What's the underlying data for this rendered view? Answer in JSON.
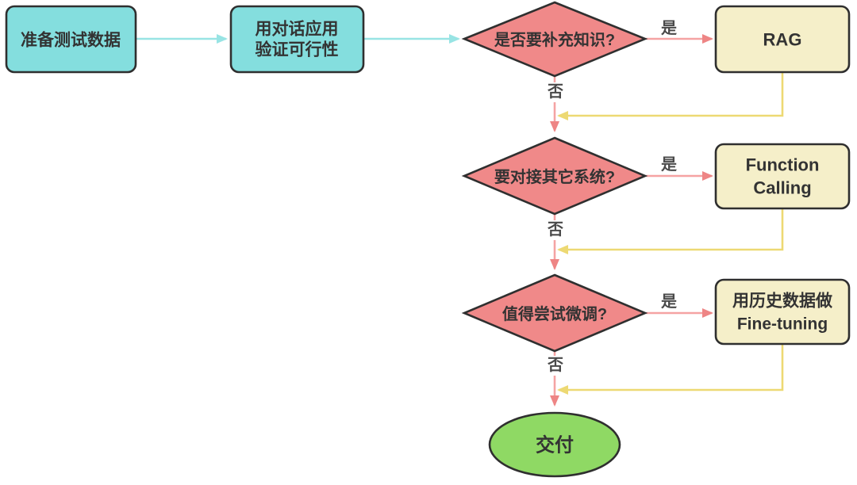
{
  "diagram": {
    "nodes": {
      "start": {
        "type": "process",
        "label": "准备测试数据"
      },
      "verify": {
        "type": "process",
        "line1": "用对话应用",
        "line2": "验证可行性"
      },
      "q1": {
        "type": "decision",
        "label": "是否要补充知识?"
      },
      "rag": {
        "type": "result",
        "label": "RAG"
      },
      "q2": {
        "type": "decision",
        "label": "要对接其它系统?"
      },
      "fc": {
        "type": "result",
        "line1": "Function",
        "line2": "Calling"
      },
      "q3": {
        "type": "decision",
        "label": "值得尝试微调?"
      },
      "ft": {
        "type": "result",
        "line1": "用历史数据做",
        "line2": "Fine-tuning"
      },
      "deliver": {
        "type": "terminal",
        "label": "交付"
      }
    },
    "labels": {
      "yes": "是",
      "no": "否"
    },
    "colors": {
      "process_fill": "#84DEDE",
      "decision_fill": "#F08989",
      "result_fill": "#F5EFC9",
      "terminal_fill": "#8FD964",
      "border": "#2F2F2F",
      "text_color": "#333333",
      "edge_label_color": "#4A4A4A",
      "teal_arrow": "#98E4E4",
      "pink_line": "#F5A3A3",
      "pink_head": "#EE8585",
      "yellow_line": "#EDD973",
      "background": "#FFFFFF"
    },
    "edges": [
      {
        "from": "start",
        "to": "verify"
      },
      {
        "from": "verify",
        "to": "q1"
      },
      {
        "from": "q1",
        "to": "rag",
        "label": "是"
      },
      {
        "from": "q1",
        "to": "q2",
        "label": "否"
      },
      {
        "from": "rag",
        "to": "q2"
      },
      {
        "from": "q2",
        "to": "fc",
        "label": "是"
      },
      {
        "from": "q2",
        "to": "q3",
        "label": "否"
      },
      {
        "from": "fc",
        "to": "q3"
      },
      {
        "from": "q3",
        "to": "ft",
        "label": "是"
      },
      {
        "from": "q3",
        "to": "deliver",
        "label": "否"
      },
      {
        "from": "ft",
        "to": "deliver"
      }
    ]
  }
}
